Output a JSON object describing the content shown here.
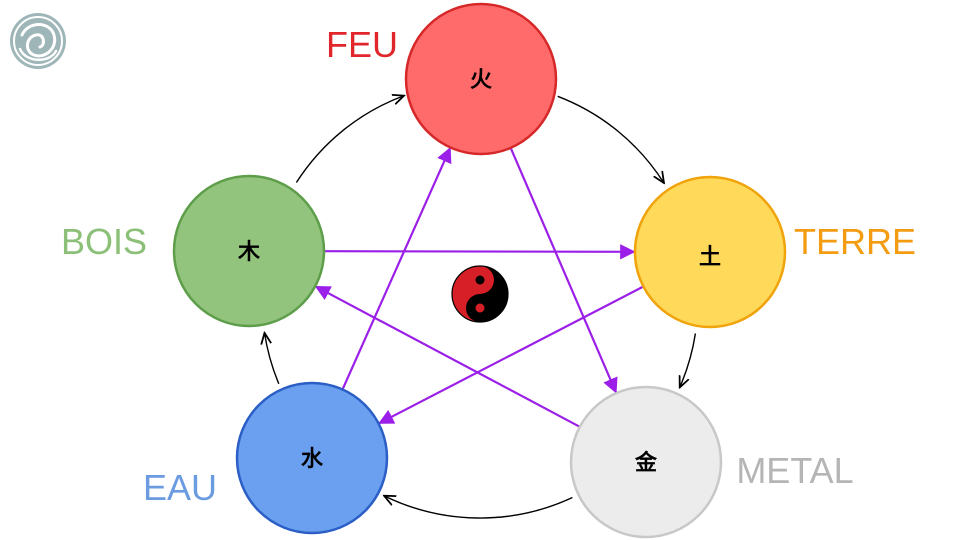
{
  "elements": [
    {
      "key": "fire",
      "label": "FEU",
      "glyph": "火",
      "color": "#ff6b6b",
      "stroke": "#d62828",
      "label_color": "#e0262b"
    },
    {
      "key": "earth",
      "label": "TERRE",
      "glyph": "土",
      "color": "#ffd95a",
      "stroke": "#f0a30a",
      "label_color": "#f39c12"
    },
    {
      "key": "metal",
      "label": "METAL",
      "glyph": "金",
      "color": "#ececec",
      "stroke": "#c8c8c8",
      "label_color": "#b5b5b5"
    },
    {
      "key": "water",
      "label": "EAU",
      "glyph": "水",
      "color": "#6b9ff0",
      "stroke": "#2b5fc6",
      "label_color": "#6b9be0"
    },
    {
      "key": "wood",
      "label": "BOIS",
      "glyph": "木",
      "color": "#93c47d",
      "stroke": "#5e9e4a",
      "label_color": "#8cc079"
    }
  ],
  "cycle_arrow_color": "#000000",
  "star_arrow_color": "#9b1fe8",
  "logo": {
    "icon": "spiral-maze-logo-icon",
    "color": "#9fb6b8"
  },
  "center": {
    "icon": "yin-yang-icon",
    "colors": [
      "#d61f26",
      "#000000"
    ]
  }
}
